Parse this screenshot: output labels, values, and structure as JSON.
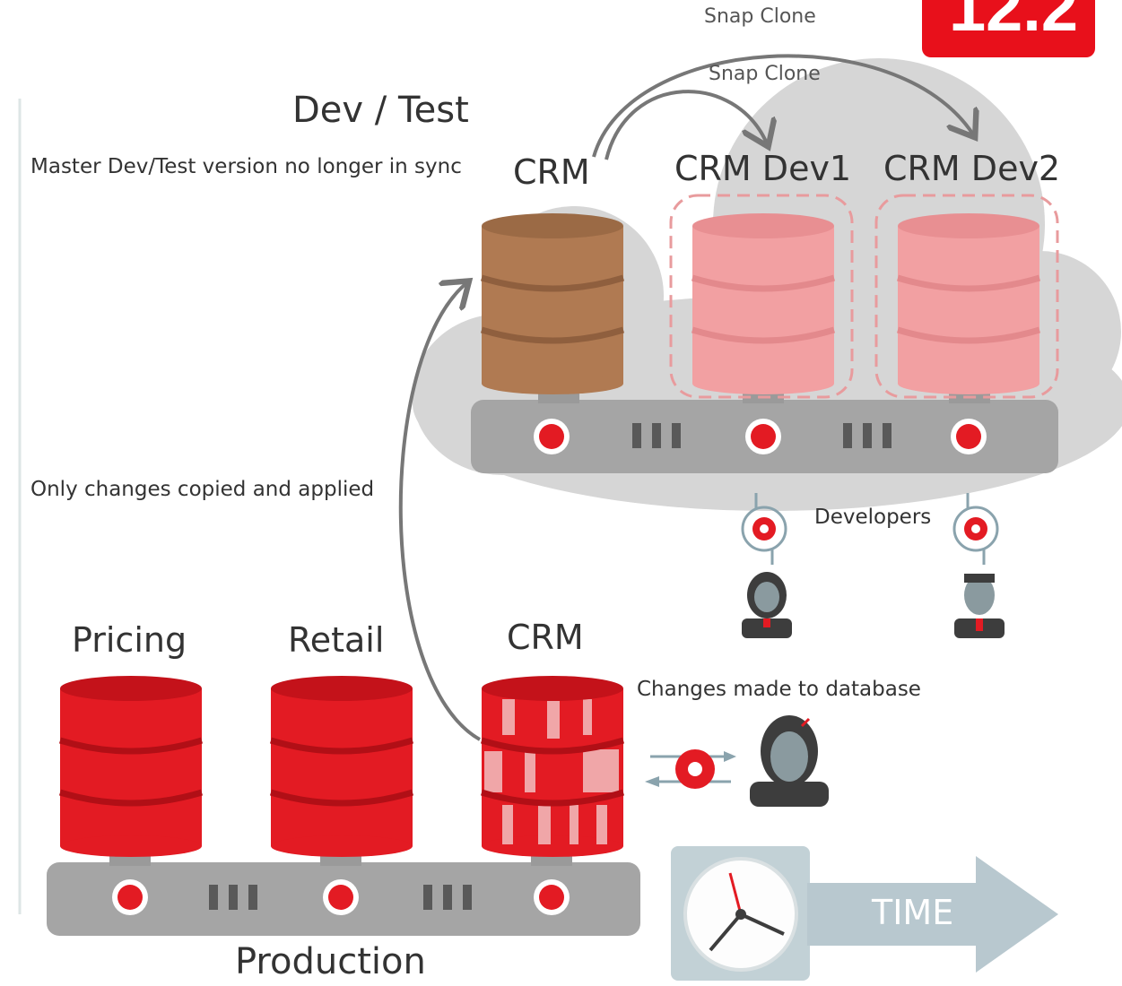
{
  "badge": {
    "text": "12.2",
    "color": "#e8101b"
  },
  "snap_clone_labels": [
    "Snap Clone",
    "Snap Clone"
  ],
  "devtest": {
    "title": "Dev / Test",
    "note": "Master Dev/Test version no longer in sync",
    "databases": [
      "CRM",
      "CRM Dev1",
      "CRM Dev2"
    ]
  },
  "sync_note": "Only changes copied and applied",
  "developers_label": "Developers",
  "production": {
    "title": "Production",
    "databases": [
      "Pricing",
      "Retail",
      "CRM"
    ]
  },
  "changes_note": "Changes made to database",
  "time_label": "TIME",
  "colors": {
    "red": "#e31b23",
    "red_dark": "#c4121a",
    "brown": "#b07a52",
    "pink": "#f2a0a2",
    "server_gray": "#a5a5a5",
    "cloud_gray": "#d6d6d6",
    "arrow_gray": "#777777",
    "time_blue": "#b8c8cf"
  },
  "icons": [
    "gear-icon",
    "person-icon",
    "clock-icon",
    "time-arrow-icon"
  ]
}
